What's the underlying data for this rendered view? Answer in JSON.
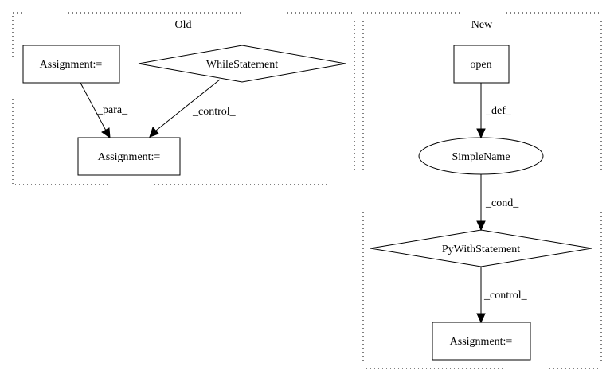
{
  "clusters": {
    "old": {
      "label": "Old"
    },
    "new": {
      "label": "New"
    }
  },
  "nodes": {
    "old_assign_top": "Assignment:=",
    "old_while": "WhileStatement",
    "old_assign_bottom": "Assignment:=",
    "new_open": "open",
    "new_simplename": "SimpleName",
    "new_pywith": "PyWithStatement",
    "new_assign": "Assignment:="
  },
  "edges": {
    "para": "_para_",
    "control_old": "_control_",
    "def": "_def_",
    "cond": "_cond_",
    "control_new": "_control_"
  }
}
